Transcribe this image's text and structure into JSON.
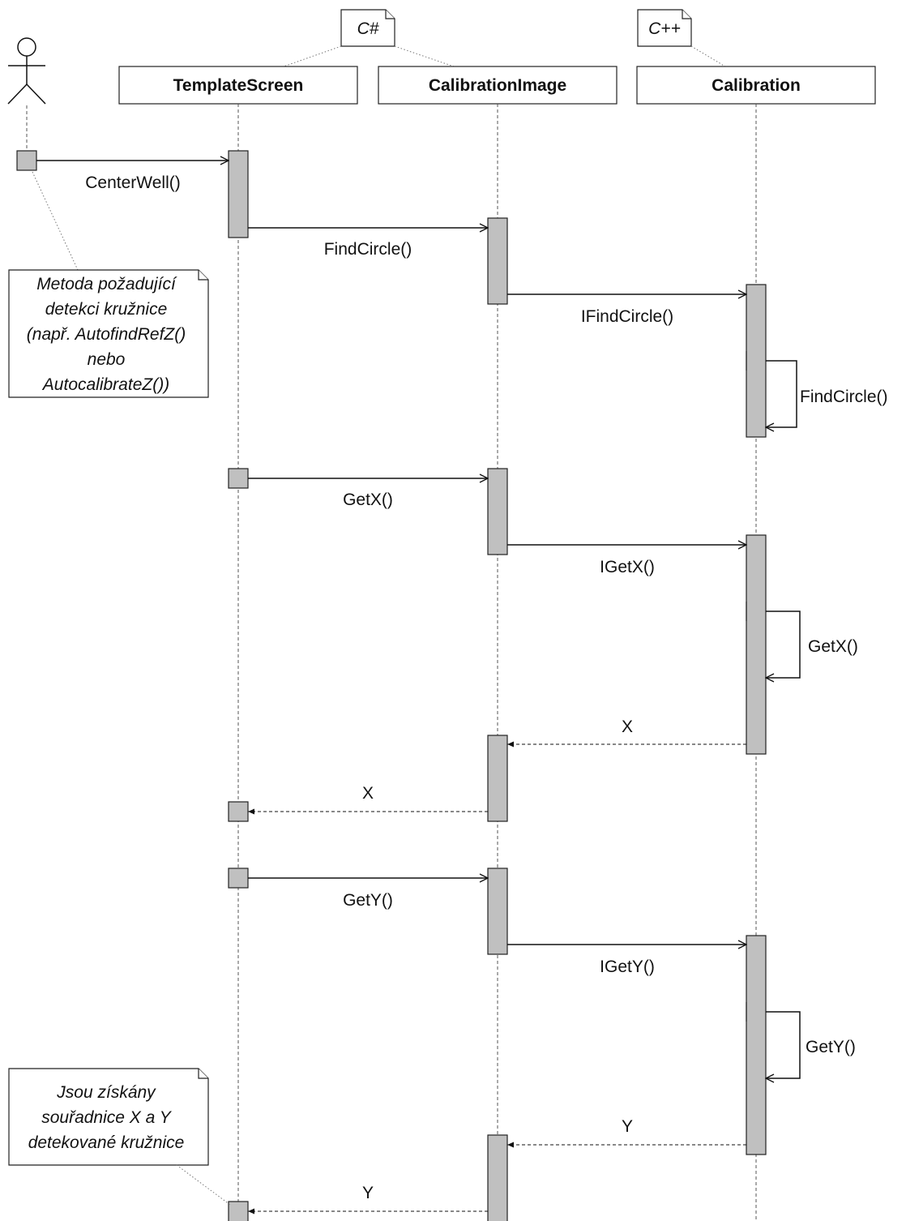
{
  "languages": {
    "csharp": "C#",
    "cpp": "C++"
  },
  "objects": {
    "template_screen": "TemplateScreen",
    "calibration_image": "CalibrationImage",
    "calibration": "Calibration"
  },
  "messages": {
    "center_well": "CenterWell()",
    "find_circle": "FindCircle()",
    "i_find_circle": "IFindCircle()",
    "self_find_circle": "FindCircle()",
    "get_x": "GetX()",
    "i_get_x": "IGetX()",
    "self_get_x": "GetX()",
    "return_x_1": "X",
    "return_x_2": "X",
    "get_y": "GetY()",
    "i_get_y": "IGetY()",
    "self_get_y": "GetY()",
    "return_y_1": "Y",
    "return_y_2": "Y"
  },
  "notes": {
    "method_note": [
      "Metoda požadující",
      "detekci kružnice",
      "(např. AutofindRefZ()",
      "nebo",
      "AutocalibrateZ())"
    ],
    "result_note": [
      "Jsou získány",
      "souřadnice X a Y",
      "detekované kružnice"
    ]
  }
}
